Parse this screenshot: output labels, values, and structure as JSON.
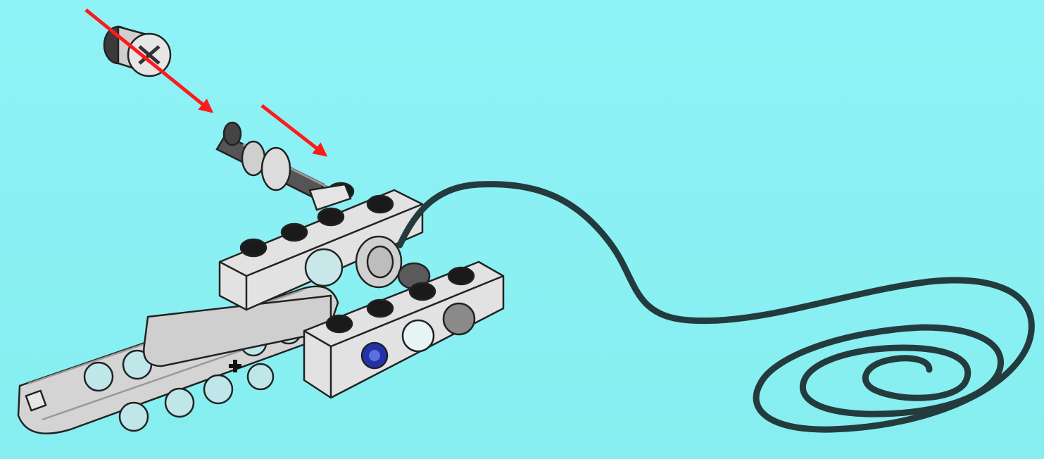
{
  "scene": {
    "kind": "assembly-instruction-step",
    "background_color": "#8ef0f4",
    "brick_color": "#d8d8d8",
    "stud_color": "#151515",
    "cable_color": "#243b3d",
    "arrow_color": "#ff1a1a",
    "indicator_color": "#2233aa"
  },
  "parts": [
    {
      "name": "bushing",
      "icon": "bushing-icon",
      "interactable": false
    },
    {
      "name": "axle-with-stop",
      "icon": "axle-icon",
      "interactable": false
    },
    {
      "name": "technic-brick-1x4-upper",
      "icon": "brick-icon",
      "interactable": false
    },
    {
      "name": "technic-brick-1x4-lower",
      "icon": "brick-icon",
      "interactable": false
    },
    {
      "name": "technic-liftarm-pair",
      "icon": "liftarm-icon",
      "interactable": false
    },
    {
      "name": "rotation-sensor-cable",
      "icon": "cable-icon",
      "interactable": false
    }
  ],
  "arrows": [
    {
      "name": "arrow-insert-bushing"
    },
    {
      "name": "arrow-insert-axle"
    }
  ]
}
